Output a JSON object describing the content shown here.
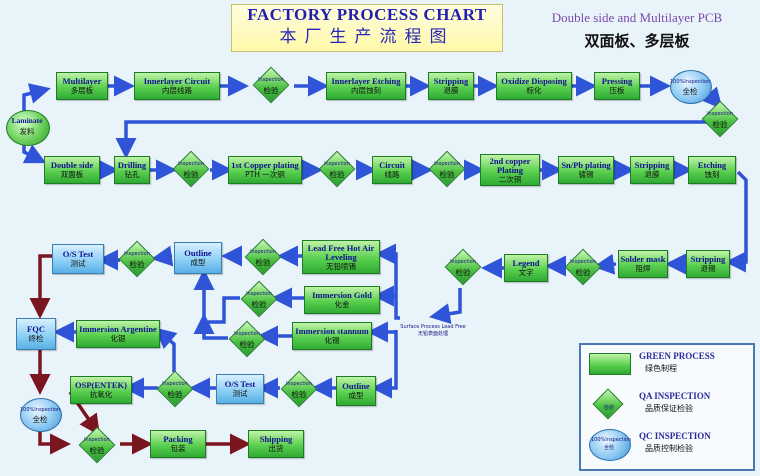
{
  "header": {
    "title_en": "FACTORY PROCESS CHART",
    "title_cn": "本厂生产流程图",
    "subtitle_en": "Double side and Multilayer PCB",
    "subtitle_cn": "双面板、多层板"
  },
  "nodes": {
    "laminate": {
      "en": "Laminate",
      "cn": "发料"
    },
    "multilayer": {
      "en": "Multilayer",
      "cn": "多层板"
    },
    "innerlayer_circuit": {
      "en": "Innerlayer Circuit",
      "cn": "内层线路"
    },
    "innerlayer_etching": {
      "en": "Innerlayer Etching",
      "cn": "内层蚀刻"
    },
    "stripping_1": {
      "en": "Stripping",
      "cn": "退膜"
    },
    "oxidize": {
      "en": "Oxidize Disposing",
      "cn": "棕化"
    },
    "pressing": {
      "en": "Pressing",
      "cn": "压板"
    },
    "double_side": {
      "en": "Double side",
      "cn": "双面板"
    },
    "drilling": {
      "en": "Drilling",
      "cn": "钻孔"
    },
    "copper_1st": {
      "en": "1st Copper plating",
      "cn": "PTH 一次铜"
    },
    "circuit": {
      "en": "Circuit",
      "cn": "线路"
    },
    "copper_2nd": {
      "en": "2nd copper Plating",
      "cn": "二次铜"
    },
    "snpb": {
      "en": "Sn/Pb plating",
      "cn": "镀锡"
    },
    "stripping_2": {
      "en": "Stripping",
      "cn": "退膜"
    },
    "etching": {
      "en": "Etching",
      "cn": "蚀刻"
    },
    "stripping_3": {
      "en": "Stripping",
      "cn": "退锡"
    },
    "solder_mask": {
      "en": "Solder mask",
      "cn": "阻焊"
    },
    "legend_print": {
      "en": "Legend",
      "cn": "文字"
    },
    "lead_free_hasl": {
      "en": "Lead Free Hot Air Leveling",
      "cn": "无铅喷锡"
    },
    "immersion_gold": {
      "en": "Immersion Gold",
      "cn": "化金"
    },
    "immersion_stannum": {
      "en": "Immersion stannum",
      "cn": "化锡"
    },
    "outline_a": {
      "en": "Outline",
      "cn": "成型"
    },
    "os_test_a": {
      "en": "O/S Test",
      "cn": "测试"
    },
    "fqc": {
      "en": "FQC",
      "cn": "终检"
    },
    "immersion_argentine": {
      "en": "Immersion Argentine",
      "cn": "化银"
    },
    "osp": {
      "en": "OSP(ENTEK)",
      "cn": "抗氧化"
    },
    "os_test_b": {
      "en": "O/S Test",
      "cn": "测试"
    },
    "outline_b": {
      "en": "Outline",
      "cn": "成型"
    },
    "packing": {
      "en": "Packing",
      "cn": "包装"
    },
    "shipping": {
      "en": "Shipping",
      "cn": "出货"
    }
  },
  "inspection": {
    "en": "Inspection",
    "cn": "检验"
  },
  "qc_check": {
    "en": "100%Inspection",
    "cn": "全检"
  },
  "surface_note": {
    "en": "Surface Process Lead Free",
    "cn": "无铅表面处理"
  },
  "legend": {
    "green_en": "GREEN PROCESS",
    "green_cn": "绿色制程",
    "qa_en": "QA INSPECTION",
    "qa_cn": "品质保证检验",
    "qc_en": "QC INSPECTION",
    "qc_cn": "品质控制检验"
  },
  "colors": {
    "process_green": "#4cc444",
    "arrow_blue": "#2f54d8",
    "arrow_red": "#7a1620",
    "qc_blue": "#7ab8ea"
  }
}
